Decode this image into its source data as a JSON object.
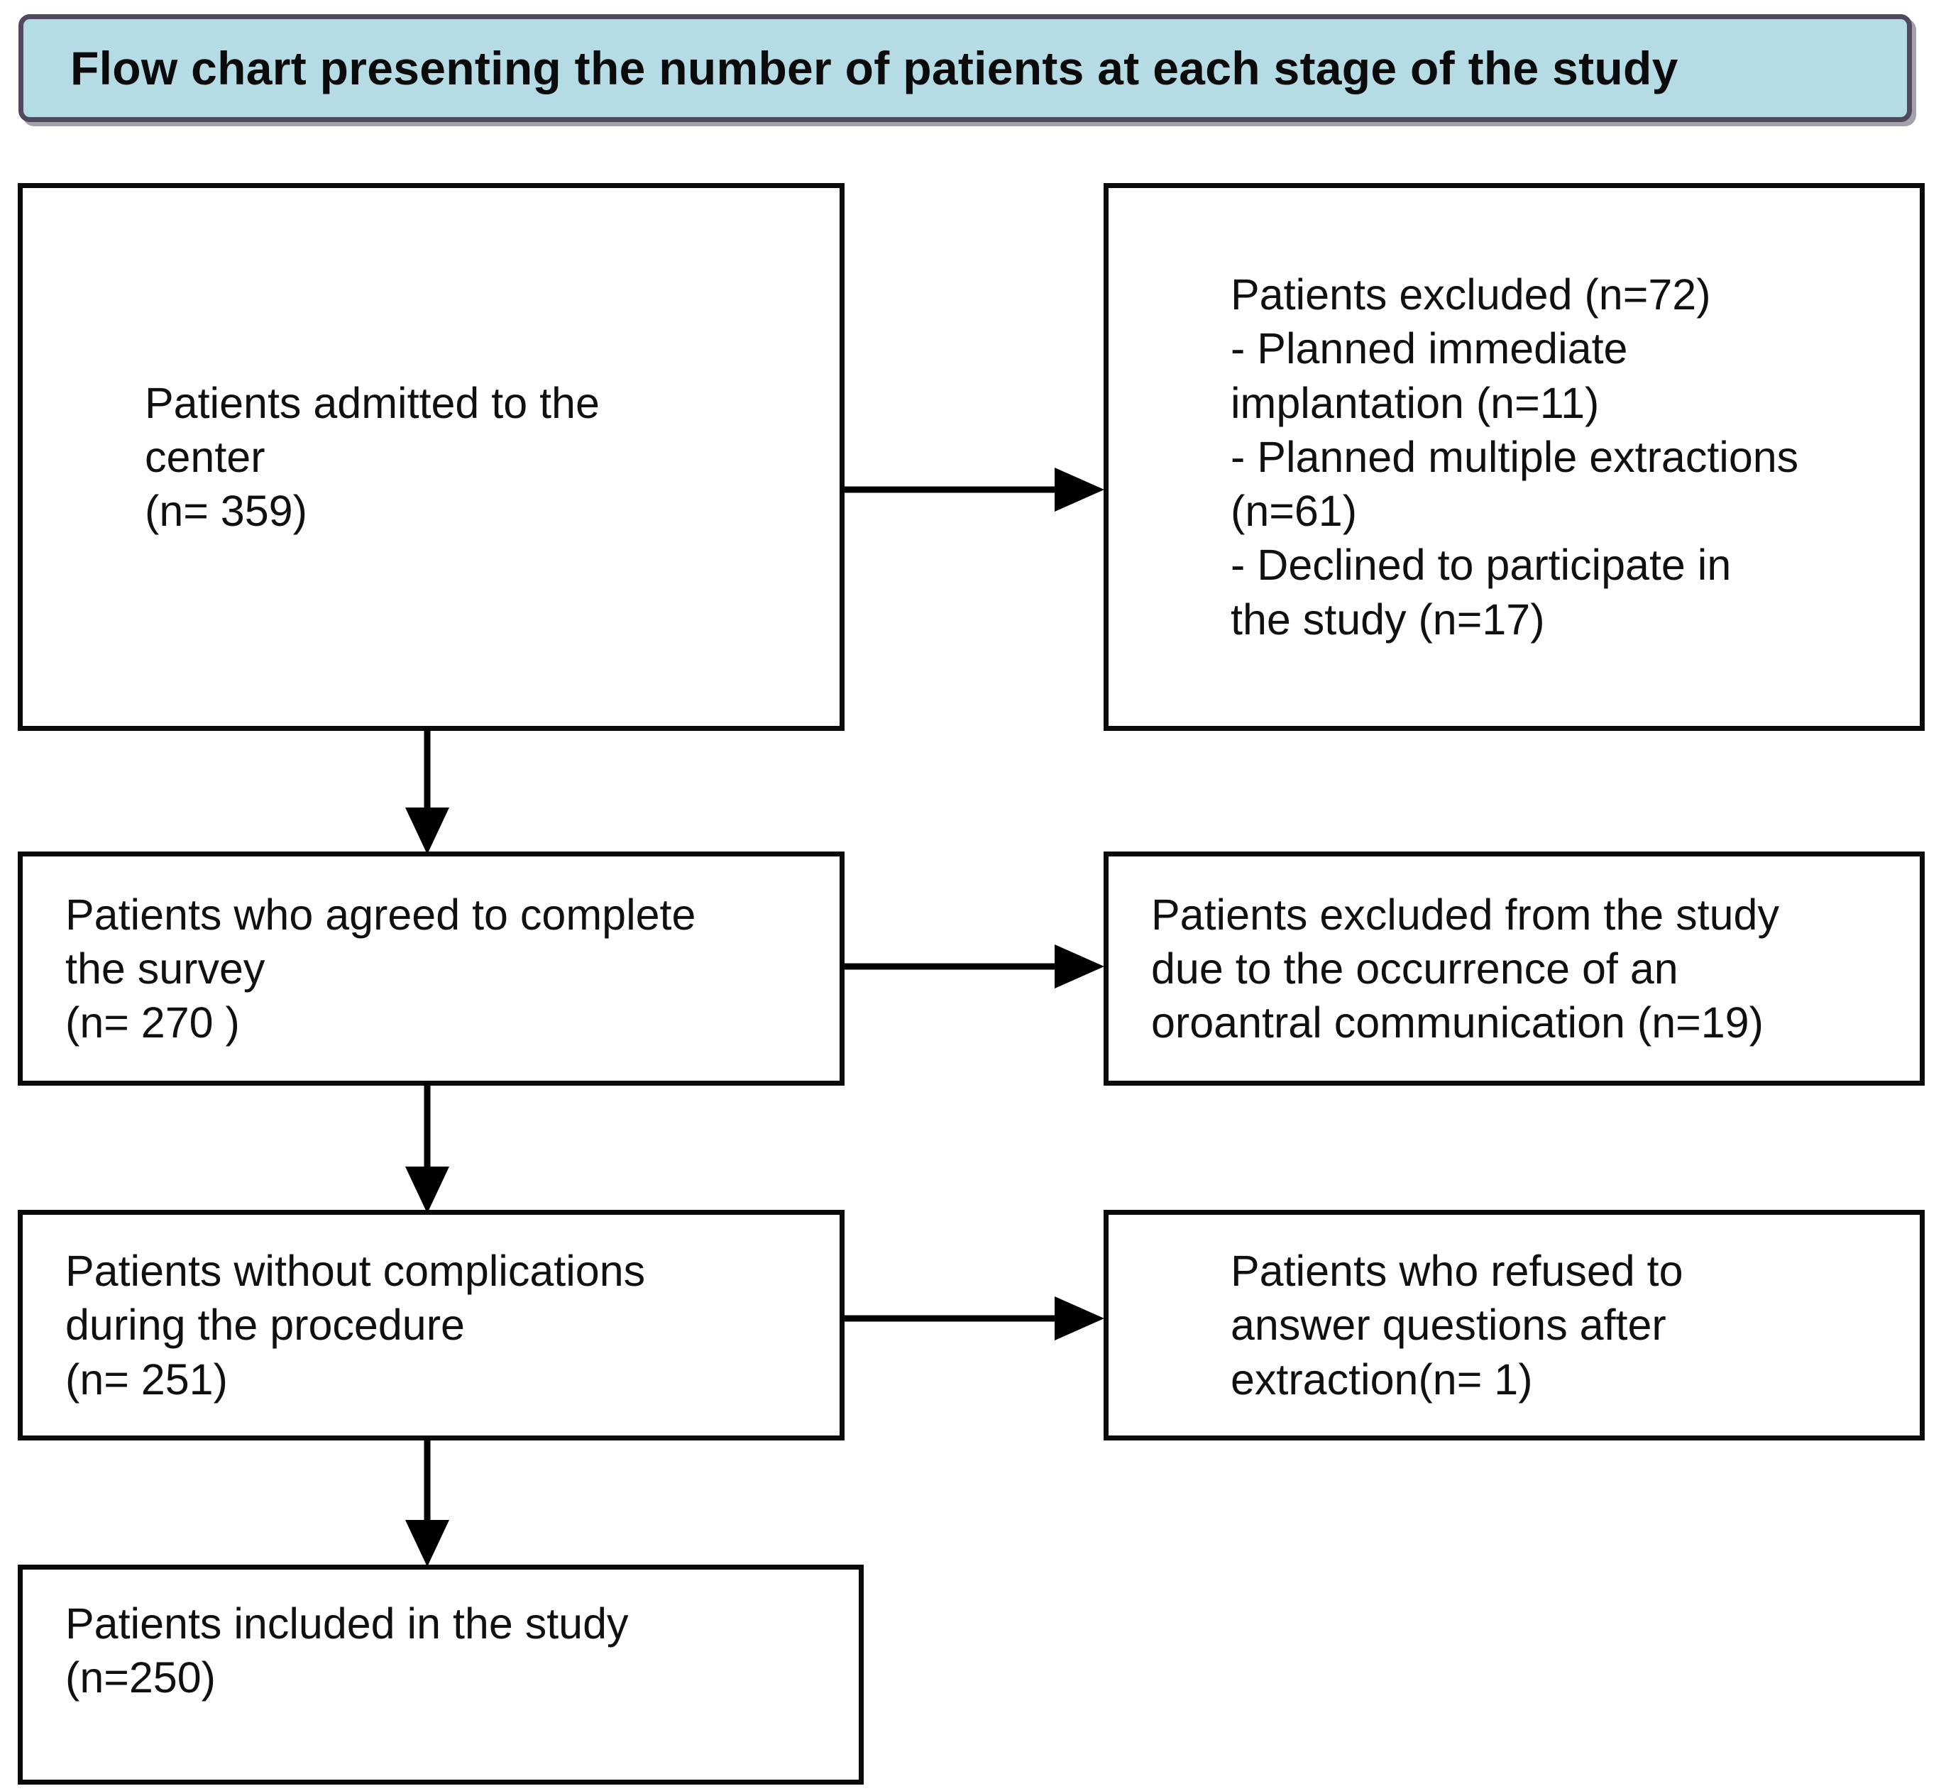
{
  "title": {
    "text": "Flow chart presenting the number of patients at each stage of the study",
    "background_color": "#b5dbe5",
    "border_color": "#514a5e"
  },
  "colors": {
    "box_border": "#0a0a0a",
    "box_background": "#ffffff",
    "text": "#101010",
    "arrow": "#000000",
    "page_background": "#ffffff"
  },
  "chart_data": {
    "type": "flowchart",
    "title": "Flow chart presenting the number of patients at each stage of the study",
    "nodes": [
      {
        "id": "admitted",
        "label": "Patients admitted to the\ncenter\n(n= 359)",
        "n": 359,
        "column": "left",
        "row": 1
      },
      {
        "id": "excluded_initial",
        "label": "Patients excluded (n=72)\n- Planned immediate\nimplantation (n=11)\n- Planned multiple extractions\n(n=61)\n- Declined to participate in\nthe study (n=17)",
        "n": 72,
        "column": "right",
        "row": 1
      },
      {
        "id": "agreed",
        "label": "Patients who agreed to complete\nthe survey\n(n= 270 )",
        "n": 270,
        "column": "left",
        "row": 2
      },
      {
        "id": "excluded_oac",
        "label": "Patients excluded from the study\ndue to the occurrence of an\noroantral communication (n=19)",
        "n": 19,
        "column": "right",
        "row": 2
      },
      {
        "id": "no_complications",
        "label": "Patients without complications\nduring the procedure\n(n= 251)",
        "n": 251,
        "column": "left",
        "row": 3
      },
      {
        "id": "refused",
        "label": "Patients who refused to\nanswer questions after\nextraction(n= 1)",
        "n": 1,
        "column": "right",
        "row": 3
      },
      {
        "id": "included",
        "label": "Patients included in the study\n(n=250)",
        "n": 250,
        "column": "left",
        "row": 4
      }
    ],
    "edges": [
      {
        "from": "admitted",
        "to": "excluded_initial",
        "direction": "right"
      },
      {
        "from": "admitted",
        "to": "agreed",
        "direction": "down"
      },
      {
        "from": "agreed",
        "to": "excluded_oac",
        "direction": "right"
      },
      {
        "from": "agreed",
        "to": "no_complications",
        "direction": "down"
      },
      {
        "from": "no_complications",
        "to": "refused",
        "direction": "right"
      },
      {
        "from": "no_complications",
        "to": "included",
        "direction": "down"
      }
    ]
  },
  "nodes": {
    "admitted": {
      "text": "Patients admitted to the\ncenter\n(n= 359)"
    },
    "excluded_initial": {
      "text": "Patients excluded (n=72)\n- Planned immediate\nimplantation (n=11)\n- Planned multiple extractions\n(n=61)\n- Declined to participate in\nthe study (n=17)"
    },
    "agreed": {
      "text": "Patients who agreed to complete\nthe survey\n(n= 270 )"
    },
    "excluded_oac": {
      "text": "Patients excluded from the study\ndue to the occurrence of an\noroantral communication (n=19)"
    },
    "no_complications": {
      "text": "Patients without complications\nduring the procedure\n(n= 251)"
    },
    "refused": {
      "text": "Patients who refused to\nanswer questions after\nextraction(n= 1)"
    },
    "included": {
      "text": "Patients included in the study\n(n=250)"
    }
  }
}
